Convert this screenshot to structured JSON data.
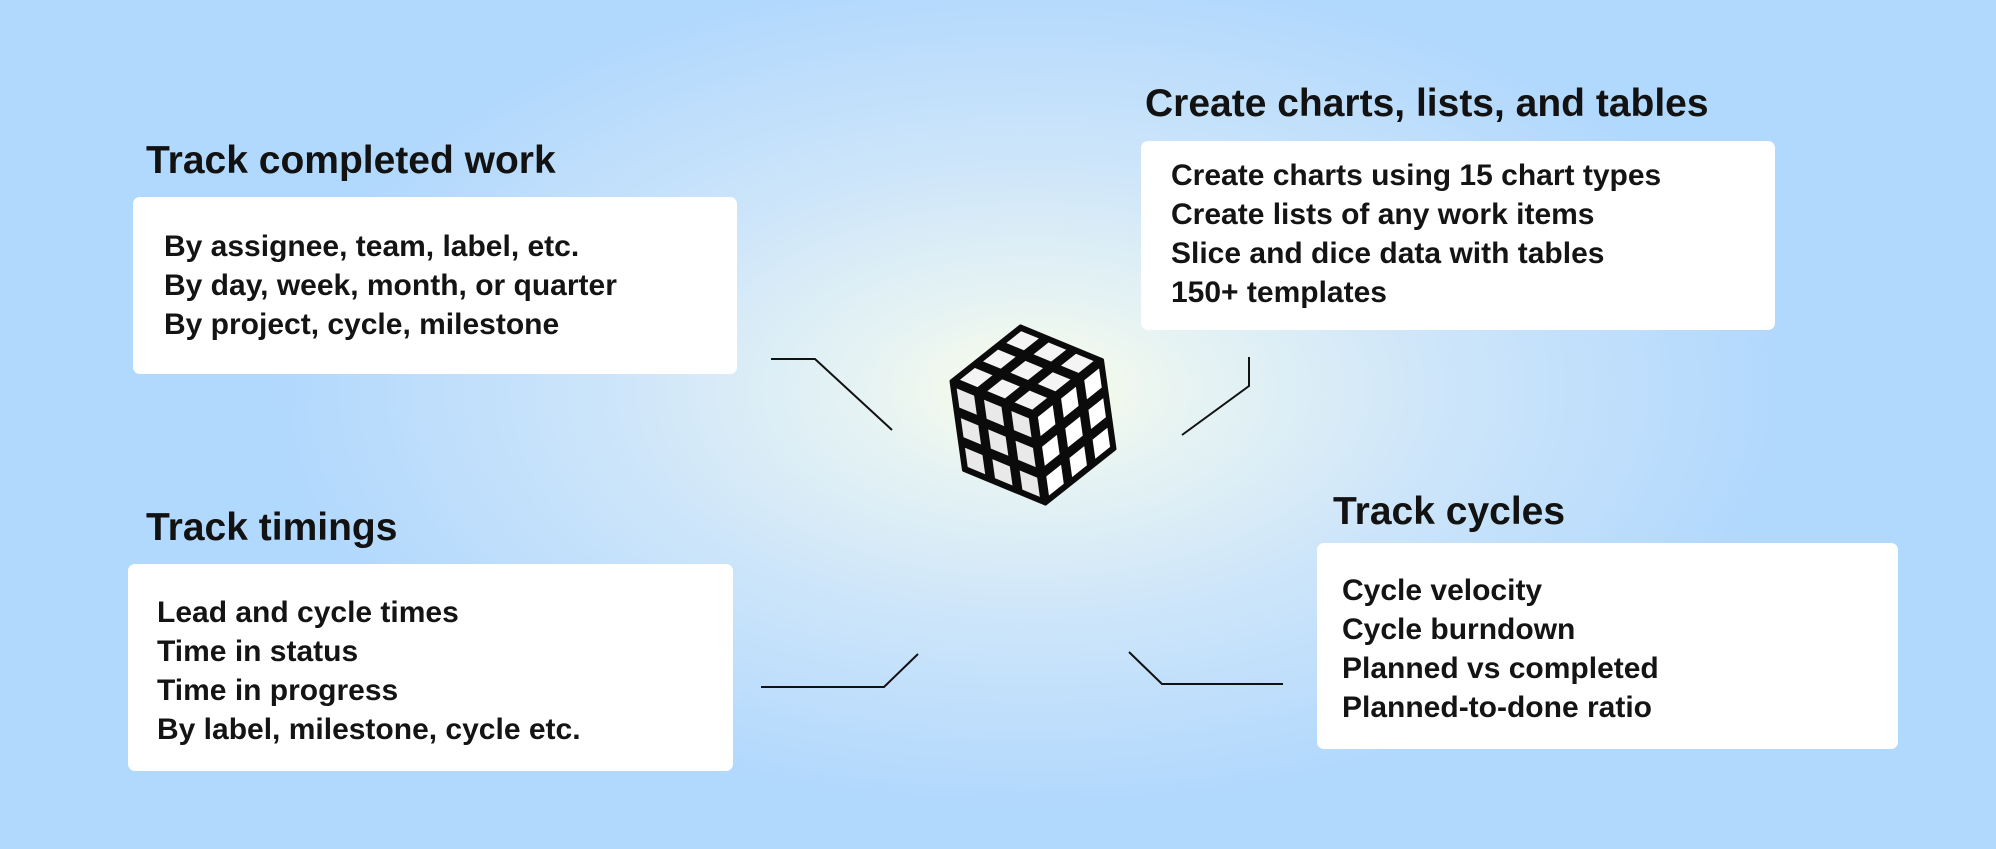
{
  "sections": {
    "completed": {
      "title": "Track completed work",
      "items": [
        "By assignee, team, label, etc.",
        "By day, week, month, or quarter",
        "By project, cycle, milestone"
      ]
    },
    "charts": {
      "title": "Create charts, lists, and tables",
      "items": [
        "Create charts using 15 chart types",
        "Create lists of any work items",
        "Slice and dice data with tables",
        "150+ templates"
      ]
    },
    "timings": {
      "title": "Track timings",
      "items": [
        "Lead and cycle times",
        "Time in status",
        "Time in progress",
        "By label, milestone, cycle etc."
      ]
    },
    "cycles": {
      "title": "Track cycles",
      "items": [
        "Cycle velocity",
        "Cycle burndown",
        "Planned vs completed",
        "Planned-to-done ratio"
      ]
    }
  },
  "central_graphic": {
    "icon": "rubiks-cube-icon"
  },
  "colors": {
    "background_center": "#fbfde9",
    "background_edge": "#b1d8fd",
    "card": "#ffffff",
    "text": "#121212",
    "line": "#111111"
  }
}
